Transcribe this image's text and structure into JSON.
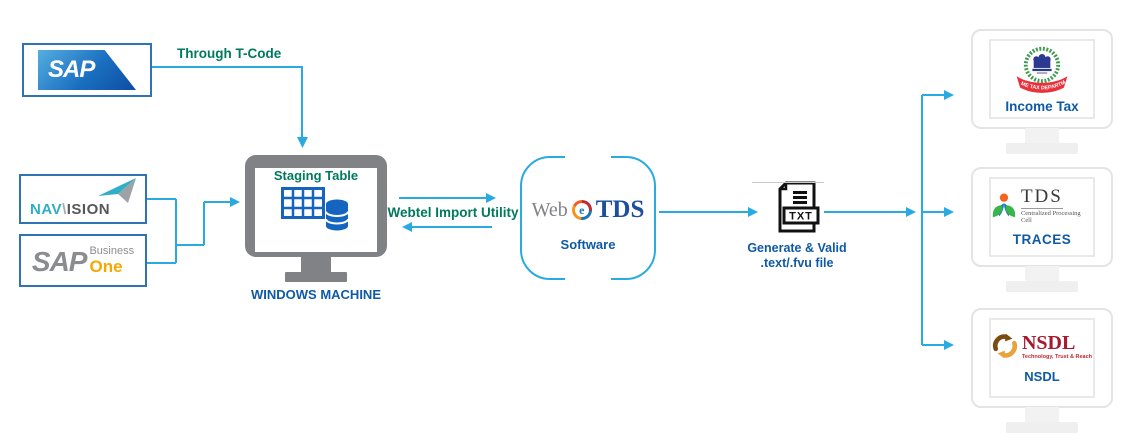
{
  "colors": {
    "arrow_blue": "#29ABE2",
    "green_label": "#00795F",
    "navy_label": "#0E5AA7",
    "box_border_blue": "#2E74B5",
    "monitor_gray": "#808285",
    "table_blue": "#1565C0",
    "sap_one_orange": "#F5A800",
    "ribbon_red": "#E8313B",
    "nsdl_red": "#A6192E"
  },
  "sources": {
    "sap": {
      "name": "SAP"
    },
    "navision": {
      "nav": "NAV",
      "slash": "\\",
      "ision": "ISION"
    },
    "sap_business_one": {
      "sap": "SAP",
      "business": "Business",
      "one": "One"
    }
  },
  "flow": {
    "through_tcode": "Through T-Code",
    "webtel_import_utility": "Webtel Import Utility",
    "generate_line1": "Generate & Valid",
    "generate_line2": ".text/.fvu file"
  },
  "staging": {
    "title": "Staging Table",
    "machine_label": "WINDOWS MACHINE"
  },
  "tds_software": {
    "web": "Web",
    "e": "e",
    "tds": "TDS",
    "software": "Software"
  },
  "file_icon": {
    "label": "TXT"
  },
  "destinations": {
    "income_tax": {
      "ribbon": "INCOME TAX DEPARTMENT",
      "label": "Income Tax"
    },
    "traces": {
      "title": "TDS",
      "subtitle": "Centralized Processing Cell",
      "label": "TRACES"
    },
    "nsdl": {
      "title": "NSDL",
      "subtitle": "Technology, Trust & Reach",
      "label": "NSDL"
    }
  }
}
